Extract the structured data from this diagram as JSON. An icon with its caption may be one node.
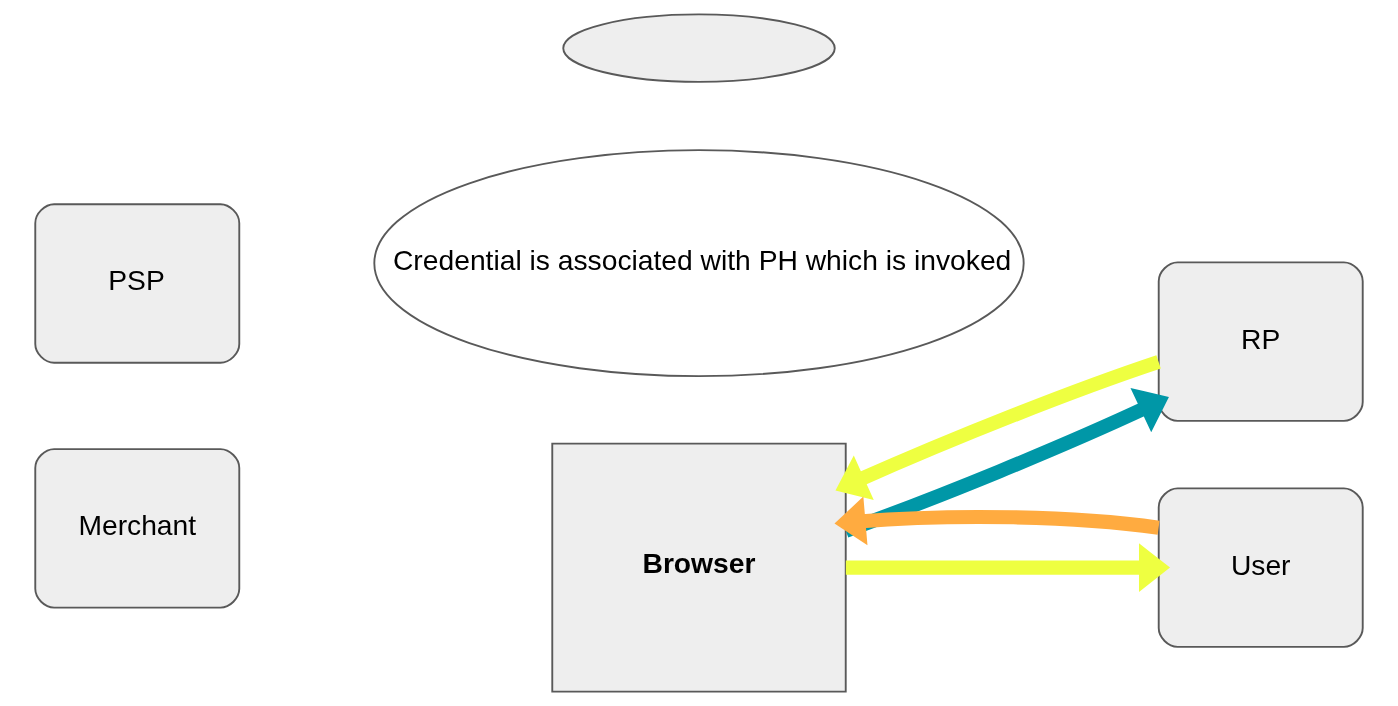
{
  "diagram": {
    "nodes": [
      {
        "text": [
          "PSP"
        ]
      },
      {
        "text": [],
        "shape": "cloud"
      },
      {
        "text": [
          "Credential is associated with PH which is invoked"
        ]
      },
      {
        "text": [
          "RP"
        ]
      },
      {
        "text": [
          "Merchant"
        ]
      },
      {
        "text": [
          "Browser"
        ]
      },
      {
        "text": [
          "User"
        ]
      }
    ],
    "edges": [
      {
        "from": 5,
        "to": 3,
        "arrow": "to",
        "color": "#0097a7"
      },
      {
        "from": 3,
        "to": 5,
        "arrow": "to",
        "color": "#eeff41"
      },
      {
        "from": 5,
        "to": 6,
        "arrow": "to",
        "color": "#eeff41"
      },
      {
        "from": 6,
        "to": 5,
        "arrow": "to",
        "color": "#ffab40"
      }
    ]
  }
}
